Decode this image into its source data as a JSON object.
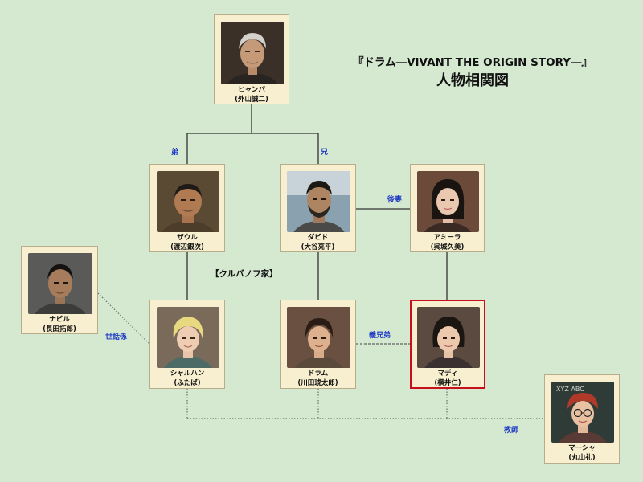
{
  "title": "『ドラム―VIVANT THE ORIGIN STORY―』",
  "subtitle": "人物相関図",
  "family_label": "【クルバノフ家】",
  "colors": {
    "background": "#d5e8d0",
    "card": "#f7efcf",
    "highlight": "#c8101a",
    "relation_text": "#1d39c4",
    "line": "#333333"
  },
  "people": {
    "hyanba": {
      "role": "ヒャンバ",
      "actor": "(外山誠二)",
      "icon": "portrait-elder-gray-hair"
    },
    "zaul": {
      "role": "ザウル",
      "actor": "(渡辺銀次)",
      "icon": "portrait-man-short-hair"
    },
    "dabido": {
      "role": "ダビド",
      "actor": "(大谷亮平)",
      "icon": "portrait-man-beard"
    },
    "amira": {
      "role": "アミーラ",
      "actor": "(呉城久美)",
      "icon": "portrait-woman"
    },
    "nabiru": {
      "role": "ナビル",
      "actor": "(長田拓郎)",
      "icon": "portrait-man"
    },
    "sharuhan": {
      "role": "シャルハン",
      "actor": "(ふたば)",
      "icon": "portrait-blond-child"
    },
    "doramu": {
      "role": "ドラム",
      "actor": "(川田琥太郎)",
      "icon": "portrait-boy"
    },
    "madi": {
      "role": "マディ",
      "actor": "(横井仁)",
      "icon": "portrait-girl"
    },
    "masha": {
      "role": "マーシャ",
      "actor": "(丸山礼)",
      "icon": "portrait-woman-glasses"
    }
  },
  "relations": {
    "younger_brother": "弟",
    "older_brother": "兄",
    "second_wife": "後妻",
    "caretaker": "世話係",
    "step_brother": "義兄弟",
    "teacher": "教師"
  }
}
